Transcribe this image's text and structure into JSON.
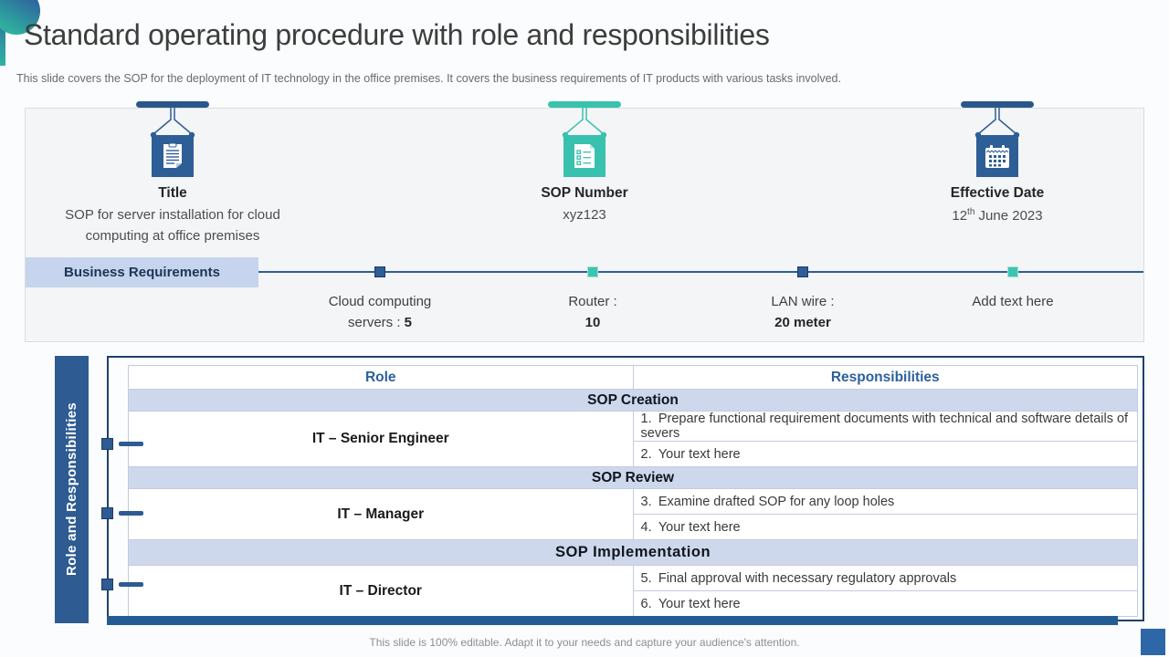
{
  "slide": {
    "title": "Standard operating procedure with role and responsibilities",
    "subtitle": "This slide covers the SOP for the deployment of IT technology in the office premises. It covers the business requirements of IT products with various tasks involved.",
    "footer": "This slide is 100% editable. Adapt it to your needs and capture your audience's attention."
  },
  "colors": {
    "primary_blue": "#2E5E96",
    "teal": "#38C1AE",
    "section_bg": "#CDD8EC",
    "label_bg": "#C6D4ED",
    "thick_bar": "#235C93"
  },
  "sop_cards": [
    {
      "icon": "document-icon",
      "label": "Title",
      "value": "SOP for server installation for cloud computing at office premises",
      "accent": "blue"
    },
    {
      "icon": "checklist-icon",
      "label": "SOP Number",
      "value": "xyz123",
      "accent": "teal"
    },
    {
      "icon": "calendar-icon",
      "label": "Effective Date",
      "value_day": "12",
      "value_sup": "th",
      "value_rest": " June 2023",
      "accent": "blue"
    }
  ],
  "requirements": {
    "label": "Business Requirements",
    "items": [
      {
        "line1": "Cloud computing",
        "line2_prefix": "servers : ",
        "line2_bold": "5",
        "marker": "blue"
      },
      {
        "line1": "Router :",
        "line2_prefix": "",
        "line2_bold": "10",
        "marker": "teal"
      },
      {
        "line1": "LAN wire :",
        "line2_prefix": "",
        "line2_bold": "20 meter",
        "marker": "blue"
      },
      {
        "line1": "Add text here",
        "line2_prefix": "",
        "line2_bold": "",
        "marker": "teal"
      }
    ]
  },
  "table": {
    "side_label": "Role and Responsibilities",
    "headers": [
      "Role",
      "Responsibilities"
    ],
    "sections": [
      {
        "title": "SOP Creation",
        "role": "IT – Senior Engineer",
        "items": [
          "1. Prepare functional requirement documents with technical and software details of severs",
          "2. Your text here"
        ]
      },
      {
        "title": "SOP Review",
        "role": "IT – Manager",
        "items": [
          "3. Examine drafted SOP for any loop holes",
          "4. Your text here"
        ]
      },
      {
        "title": "SOP Implementation",
        "role": "IT – Director",
        "items": [
          "5. Final approval with necessary regulatory approvals",
          "6. Your text here"
        ]
      }
    ]
  }
}
